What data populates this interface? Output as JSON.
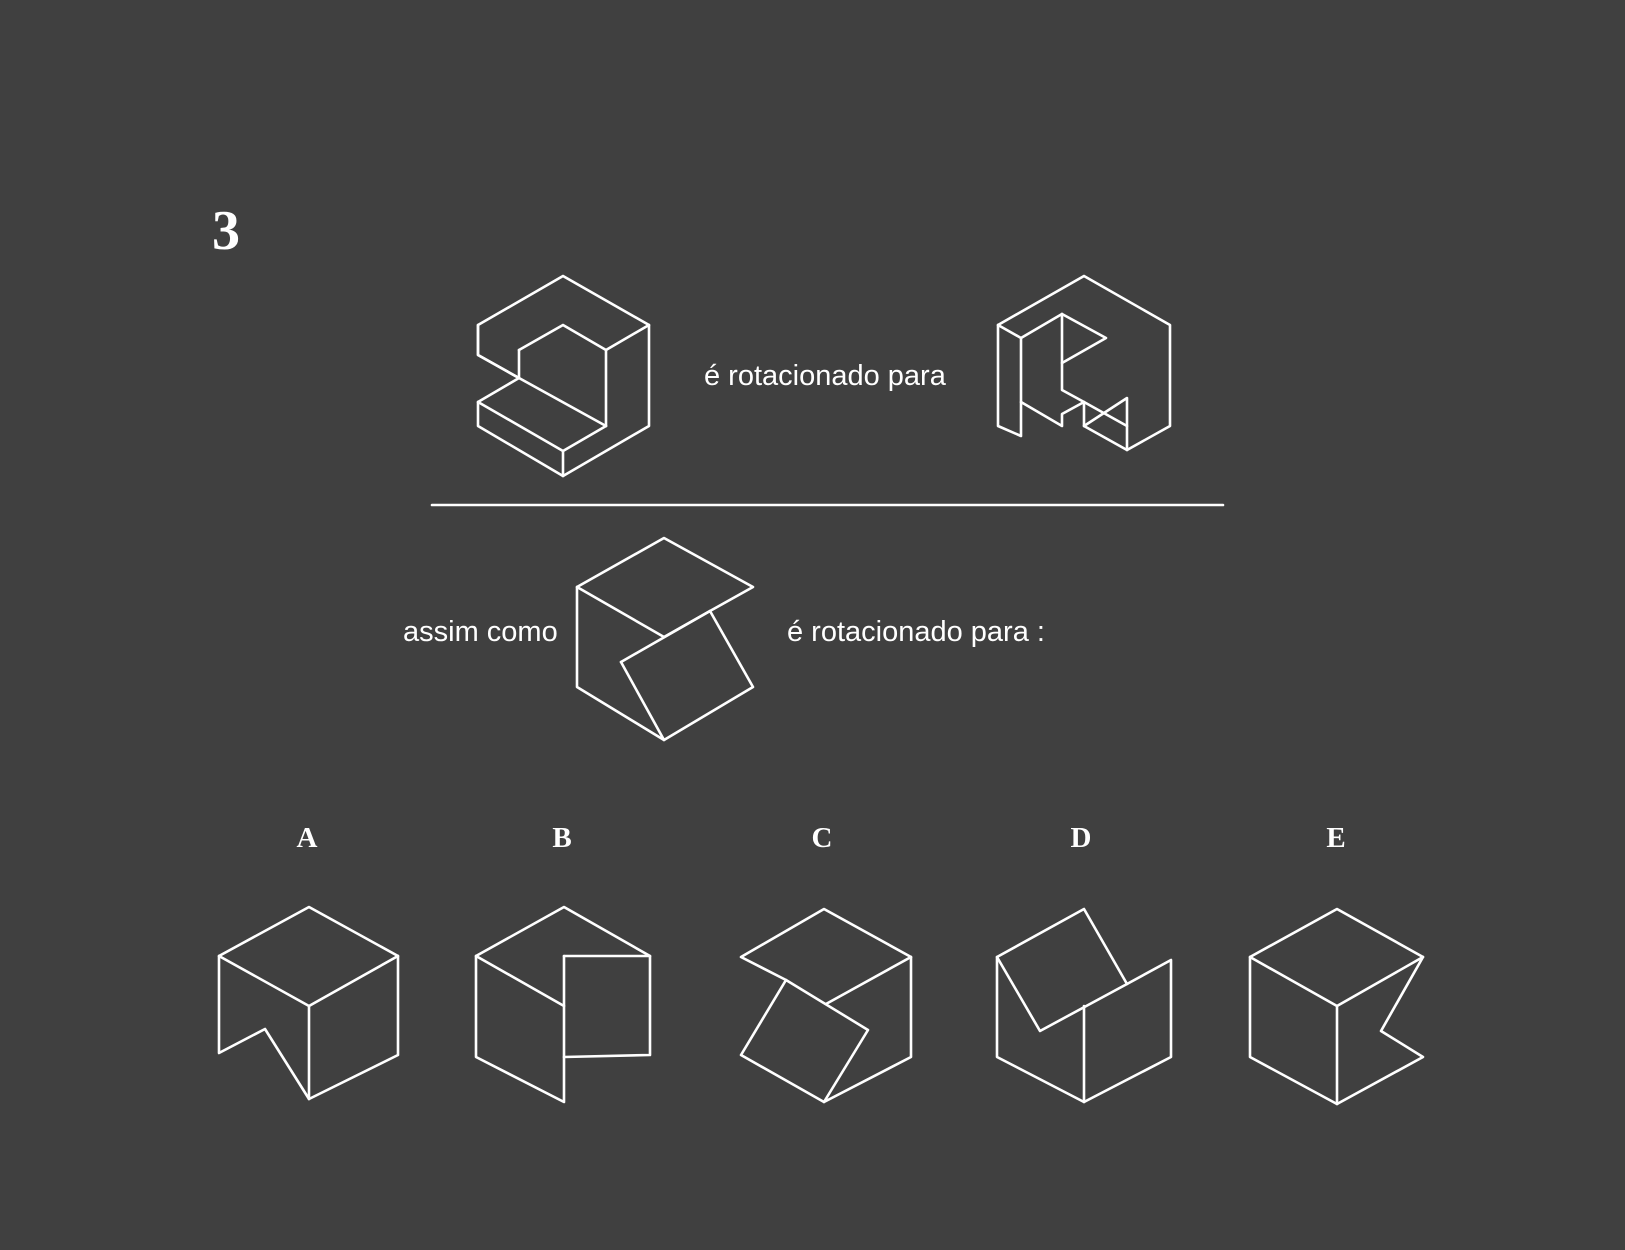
{
  "question": {
    "number": "3",
    "example_caption": "é rotacionado para",
    "prompt_prefix": "assim como",
    "prompt_suffix": "é rotacionado para :"
  },
  "options": [
    {
      "letter": "A"
    },
    {
      "letter": "B"
    },
    {
      "letter": "C"
    },
    {
      "letter": "D"
    },
    {
      "letter": "E"
    }
  ],
  "colors": {
    "background": "#404040",
    "ink": "#ffffff"
  }
}
